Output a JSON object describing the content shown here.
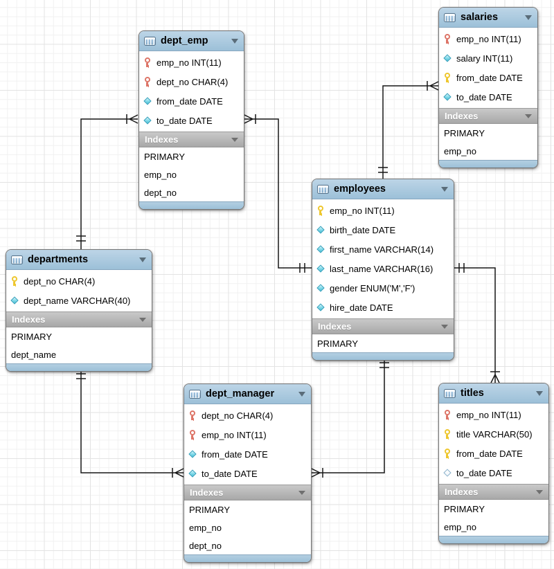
{
  "labels": {
    "indexes": "Indexes"
  },
  "colors": {
    "table_header_blue": "#a9c7dd",
    "indexes_header_gray": "#b4b4b4",
    "primary_key_yellow": "#eec72f",
    "primary_foreign_key_red": "#dd7568",
    "not_null_diamond_cyan": "#7cd8e8",
    "connector_black": "#161616"
  },
  "tables": [
    {
      "name": "dept_emp",
      "columns": [
        {
          "icon": "key-red",
          "text": "emp_no INT(11)"
        },
        {
          "icon": "key-red",
          "text": "dept_no CHAR(4)"
        },
        {
          "icon": "diamond-filled",
          "text": "from_date DATE"
        },
        {
          "icon": "diamond-filled",
          "text": "to_date DATE"
        }
      ],
      "indexes": [
        "PRIMARY",
        "emp_no",
        "dept_no"
      ]
    },
    {
      "name": "salaries",
      "columns": [
        {
          "icon": "key-red",
          "text": "emp_no INT(11)"
        },
        {
          "icon": "diamond-filled",
          "text": "salary INT(11)"
        },
        {
          "icon": "key-yellow",
          "text": "from_date DATE"
        },
        {
          "icon": "diamond-filled",
          "text": "to_date DATE"
        }
      ],
      "indexes": [
        "PRIMARY",
        "emp_no"
      ]
    },
    {
      "name": "employees",
      "columns": [
        {
          "icon": "key-yellow",
          "text": "emp_no INT(11)"
        },
        {
          "icon": "diamond-filled",
          "text": "birth_date DATE"
        },
        {
          "icon": "diamond-filled",
          "text": "first_name VARCHAR(14)"
        },
        {
          "icon": "diamond-filled",
          "text": "last_name VARCHAR(16)"
        },
        {
          "icon": "diamond-filled",
          "text": "gender ENUM('M','F')"
        },
        {
          "icon": "diamond-filled",
          "text": "hire_date DATE"
        }
      ],
      "indexes": [
        "PRIMARY"
      ]
    },
    {
      "name": "departments",
      "columns": [
        {
          "icon": "key-yellow",
          "text": "dept_no CHAR(4)"
        },
        {
          "icon": "diamond-filled",
          "text": "dept_name VARCHAR(40)"
        }
      ],
      "indexes": [
        "PRIMARY",
        "dept_name"
      ]
    },
    {
      "name": "dept_manager",
      "columns": [
        {
          "icon": "key-red",
          "text": "dept_no CHAR(4)"
        },
        {
          "icon": "key-red",
          "text": "emp_no INT(11)"
        },
        {
          "icon": "diamond-filled",
          "text": "from_date DATE"
        },
        {
          "icon": "diamond-filled",
          "text": "to_date DATE"
        }
      ],
      "indexes": [
        "PRIMARY",
        "emp_no",
        "dept_no"
      ]
    },
    {
      "name": "titles",
      "columns": [
        {
          "icon": "key-red",
          "text": "emp_no INT(11)"
        },
        {
          "icon": "key-yellow",
          "text": "title VARCHAR(50)"
        },
        {
          "icon": "key-yellow",
          "text": "from_date DATE"
        },
        {
          "icon": "diamond-open",
          "text": "to_date DATE"
        }
      ],
      "indexes": [
        "PRIMARY",
        "emp_no"
      ]
    }
  ],
  "relationships": [
    {
      "one": "departments",
      "many": "dept_emp",
      "notation": "one-to-many"
    },
    {
      "one": "employees",
      "many": "dept_emp",
      "notation": "one-to-many"
    },
    {
      "one": "employees",
      "many": "salaries",
      "notation": "one-to-many"
    },
    {
      "one": "employees",
      "many": "titles",
      "notation": "one-to-many"
    },
    {
      "one": "employees",
      "many": "dept_manager",
      "notation": "one-to-many"
    },
    {
      "one": "departments",
      "many": "dept_manager",
      "notation": "one-to-many"
    }
  ]
}
